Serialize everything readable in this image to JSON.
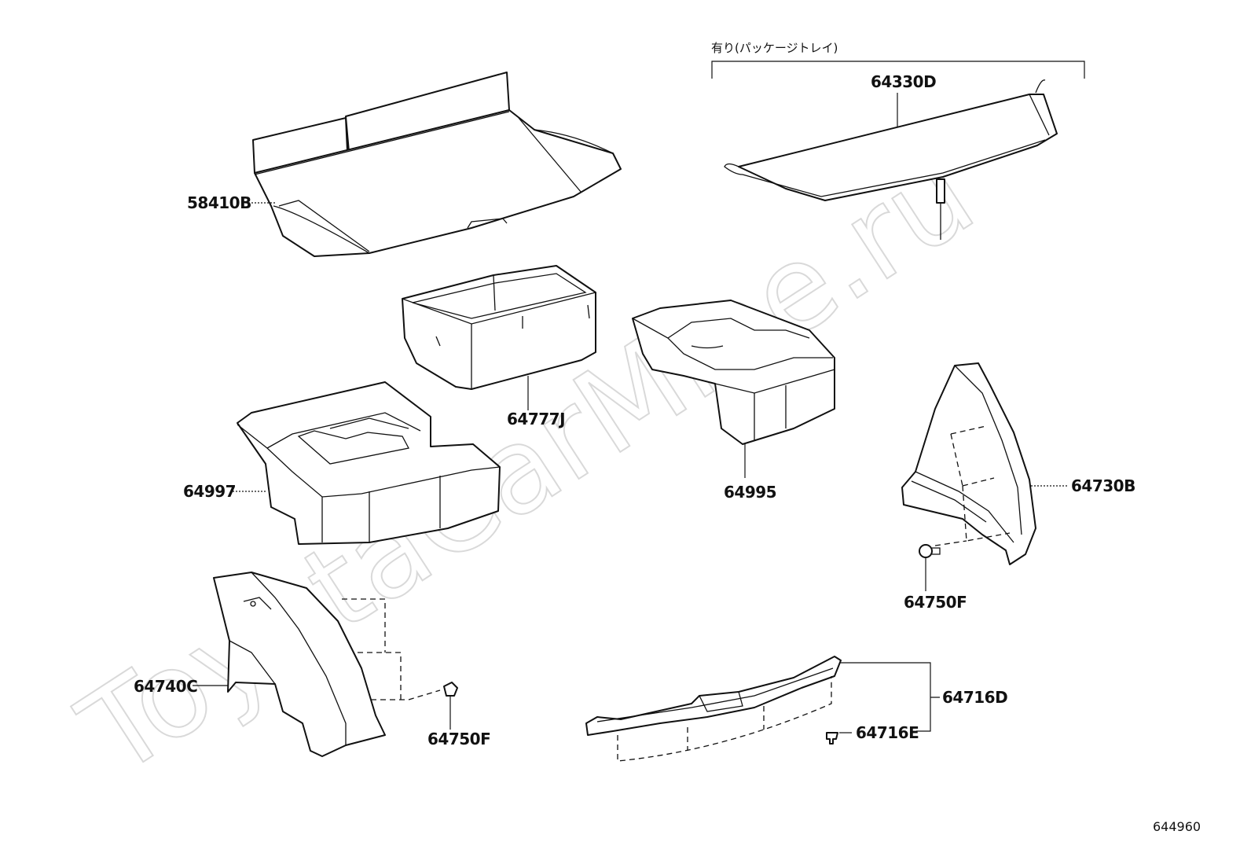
{
  "watermark": "ToyotaCarMine.ru",
  "note": "有り(パッケージトレイ)",
  "diagram_code": "644960",
  "parts": {
    "p58410B": "58410B",
    "p64330D": "64330D",
    "p64777J": "64777J",
    "p64997": "64997",
    "p64995": "64995",
    "p64730B": "64730B",
    "p64750F_right": "64750F",
    "p64740C": "64740C",
    "p64750F_left": "64750F",
    "p64716D": "64716D",
    "p64716E": "64716E"
  }
}
